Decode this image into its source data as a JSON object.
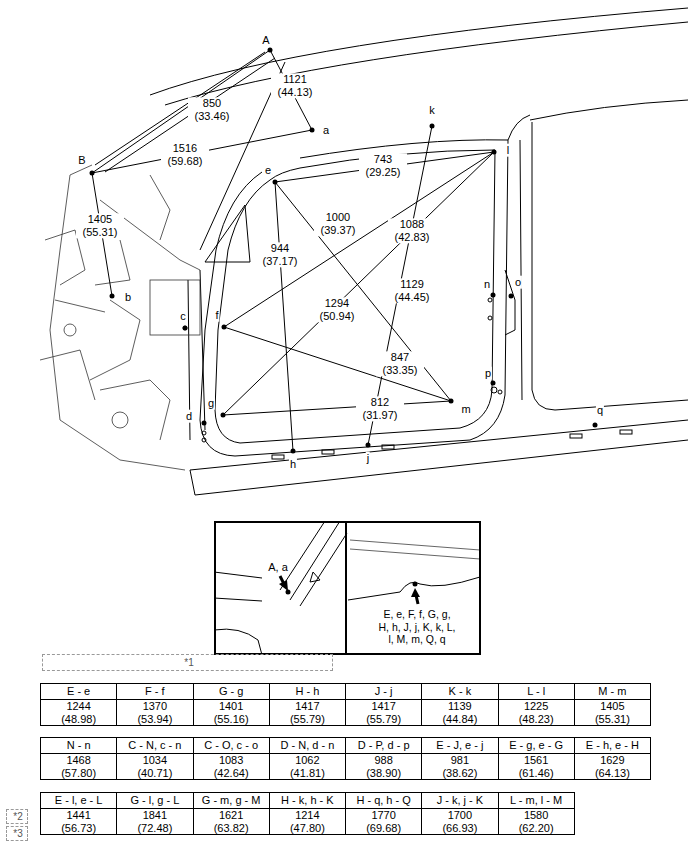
{
  "diagram": {
    "nodes": [
      {
        "text": [
          "A, a"
        ]
      },
      {
        "text": [
          "E, e, F, f, G, g, H, h, J, j, K, k, L, l, M, m, Q, q"
        ]
      },
      {
        "text": [
          "*1"
        ]
      },
      {
        "text": [
          "*2"
        ]
      },
      {
        "text": [
          "*3"
        ]
      }
    ],
    "labels": [
      "A",
      "a",
      "B",
      "b",
      "c",
      "d",
      "e",
      "f",
      "g",
      "h",
      "j",
      "k",
      "l",
      "m",
      "n",
      "o",
      "p",
      "q",
      "1121 (44.13)",
      "850 (33.46)",
      "1516 (59.68)",
      "1405 (55.31)",
      "743 (29.25)",
      "1000 (39.37)",
      "1088 (42.83)",
      "944 (37.17)",
      "1129 (44.45)",
      "1294 (50.94)",
      "847 (33.35)",
      "812 (31.97)",
      "E - e",
      "F - f",
      "G - g",
      "H - h",
      "J - j",
      "K - k",
      "L - l",
      "M - m",
      "1244 (48.98)",
      "1370 (53.94)",
      "1401 (55.16)",
      "1417 (55.79)",
      "1417 (55.79)",
      "1139 (44.84)",
      "1225 (48.23)",
      "1405 (55.31)",
      "N - n",
      "C - N, c - n",
      "C - O, c - o",
      "D - N, d - n",
      "D - P, d - p",
      "E - J, e - j",
      "E - g, e - G",
      "E - h, e - H",
      "1468 (57.80)",
      "1034 (40.71)",
      "1083 (42.64)",
      "1062 (41.81)",
      "988 (38.90)",
      "981 (38.62)",
      "1561 (61.46)",
      "1629 (64.13)",
      "E - l, e - L",
      "G - l, g - L",
      "G - m, g - M",
      "H - k, h - K",
      "H - q, h - Q",
      "J - k, j - K",
      "L - m, l - M",
      "1441 (56.73)",
      "1841 (72.48)",
      "1621 (63.82)",
      "1214 (47.80)",
      "1770 (69.68)",
      "1700 (66.93)",
      "1580 (62.20)"
    ]
  }
}
